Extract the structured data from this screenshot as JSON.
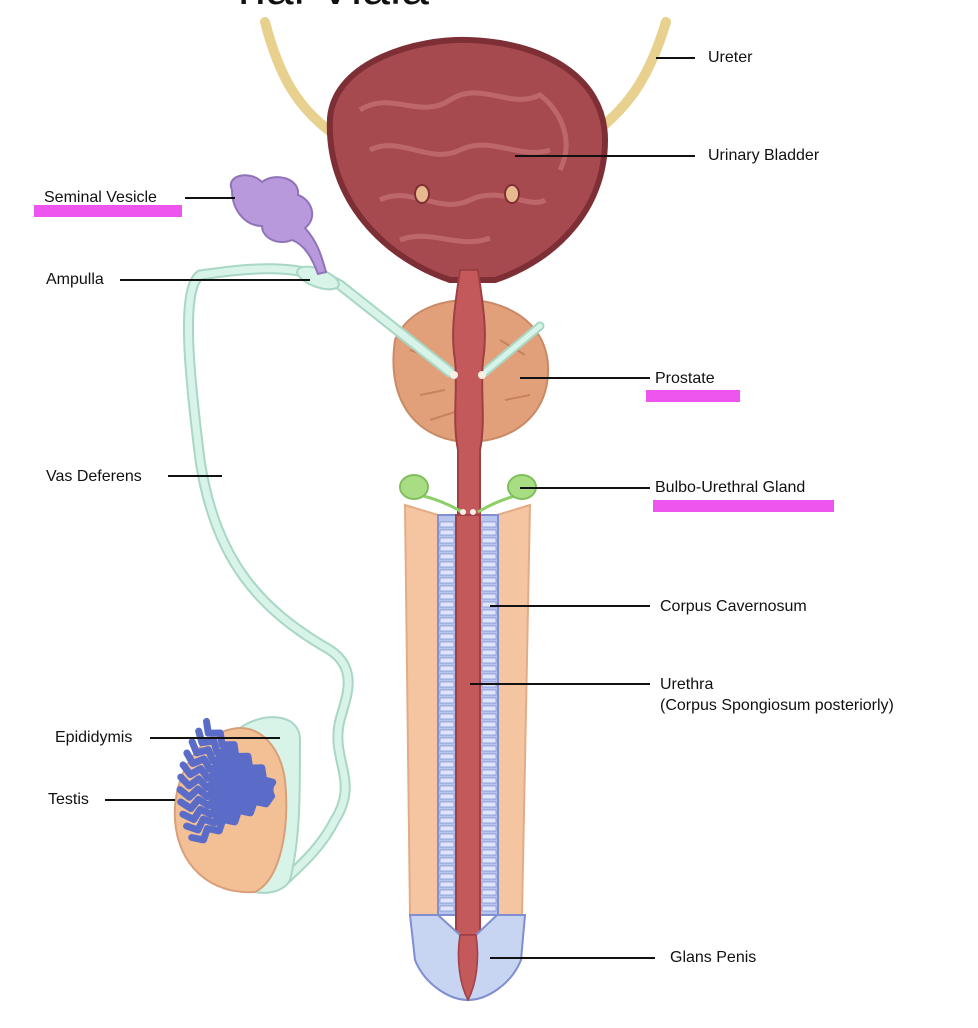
{
  "title_fragment": "nal Viala",
  "labels": {
    "ureter": "Ureter",
    "urinary_bladder": "Urinary Bladder",
    "seminal_vesicle": "Seminal Vesicle",
    "ampulla": "Ampulla",
    "prostate": "Prostate",
    "vas_deferens": "Vas Deferens",
    "bulbo_urethral_gland": "Bulbo-Urethral Gland",
    "corpus_cavernosum": "Corpus Cavernosum",
    "urethra": "Urethra",
    "urethra_note": "(Corpus Spongiosum posteriorly)",
    "epididymis": "Epididymis",
    "testis": "Testis",
    "glans_penis": "Glans Penis"
  },
  "colors": {
    "highlight": "#ee55ee",
    "bladder": "#a64a4f",
    "bladder_rim": "#7d2f35",
    "ureter": "#e8d08e",
    "seminal_vesicle": "#b899dc",
    "vas_deferens": "#cdeee0",
    "prostate": "#e2a07a",
    "urethra": "#c4595c",
    "bulbo_gland": "#a9dd84",
    "corpus_cavernosum": "#f4c5a0",
    "spongiosum": "#b6c4ee",
    "glans": "#c7d4f2",
    "testis": "#f3c095",
    "tubules": "#5b6cc8"
  },
  "highlighted": [
    "seminal_vesicle",
    "prostate",
    "bulbo_urethral_gland"
  ]
}
